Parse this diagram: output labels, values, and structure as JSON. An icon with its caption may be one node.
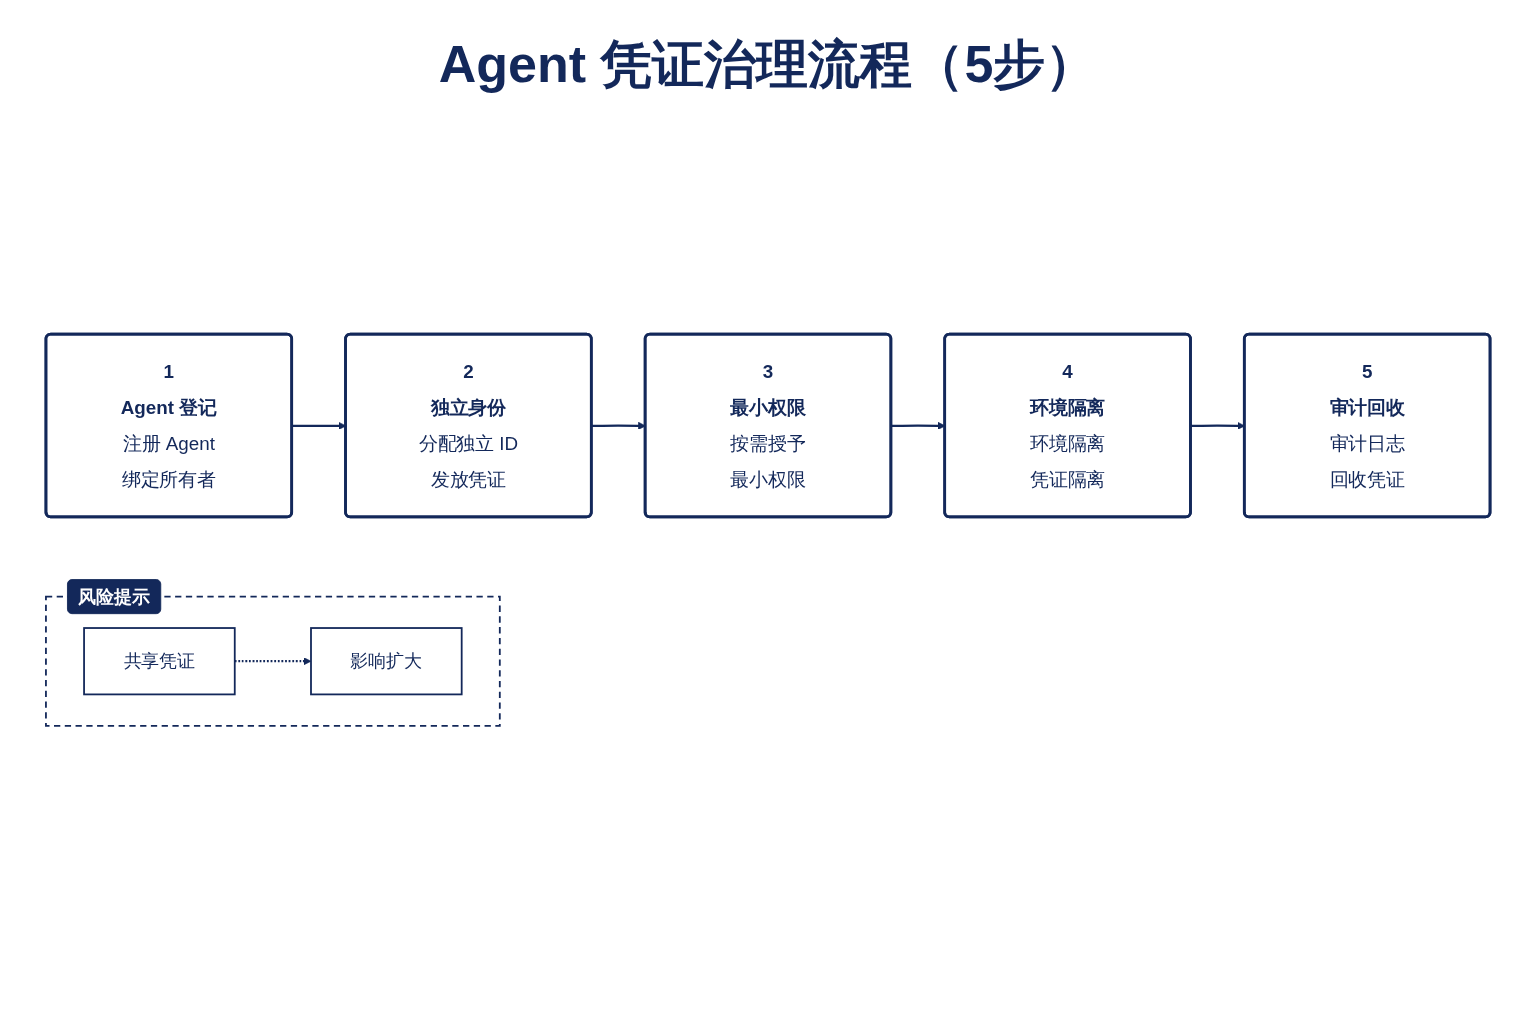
{
  "diagram": {
    "title": "Agent 凭证治理流程（5步）",
    "nodes": [
      {
        "text": [
          "1",
          "Agent 登记",
          "注册 Agent",
          "绑定所有者"
        ]
      },
      {
        "text": [
          "2",
          "独立身份",
          "分配独立 ID",
          "发放凭证"
        ]
      },
      {
        "text": [
          "3",
          "最小权限",
          "按需授予",
          "最小权限"
        ]
      },
      {
        "text": [
          "4",
          "环境隔离",
          "环境隔离",
          "凭证隔离"
        ]
      },
      {
        "text": [
          "5",
          "审计回收",
          "审计日志",
          "回收凭证"
        ]
      },
      {
        "text": [
          "风险提示"
        ]
      },
      {
        "text": [
          "共享凭证"
        ],
        "in": 5
      },
      {
        "text": [
          "影响扩大"
        ],
        "in": 5
      }
    ],
    "edges": [
      {
        "from": 0,
        "to": 1,
        "arrow": "to"
      },
      {
        "from": 1,
        "to": 2,
        "arrow": "to"
      },
      {
        "from": 2,
        "to": 3,
        "arrow": "to"
      },
      {
        "from": 3,
        "to": 4,
        "arrow": "to"
      },
      {
        "from": 6,
        "to": 7,
        "arrow": "to",
        "style": "dashed"
      }
    ]
  }
}
